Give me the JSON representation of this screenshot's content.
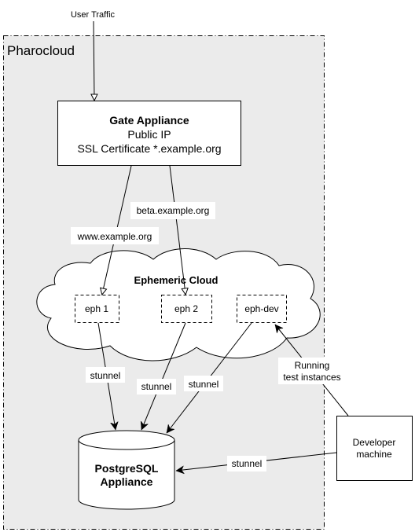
{
  "diagram": {
    "user_traffic": "User Traffic",
    "region_title": "Pharocloud",
    "gate": {
      "title": "Gate Appliance",
      "line1": "Public IP",
      "line2": "SSL Certificate *.example.org"
    },
    "routes": {
      "www": "www.example.org",
      "beta": "beta.example.org"
    },
    "cloud_title": "Ephemeric Cloud",
    "instances": [
      "eph 1",
      "eph 2",
      "eph-dev"
    ],
    "links": {
      "eph1_db": "stunnel",
      "eph2_db": "stunnel",
      "ephdev_db": "stunnel",
      "dev_db": "stunnel"
    },
    "running_note": {
      "line1": "Running",
      "line2": "test instances"
    },
    "developer": {
      "line1": "Developer",
      "line2": "machine"
    },
    "database": {
      "line1": "PostgreSQL",
      "line2": "Appliance"
    },
    "colors": {
      "region_fill": "#ebebeb",
      "stroke": "#000000",
      "box_fill": "#ffffff"
    }
  }
}
